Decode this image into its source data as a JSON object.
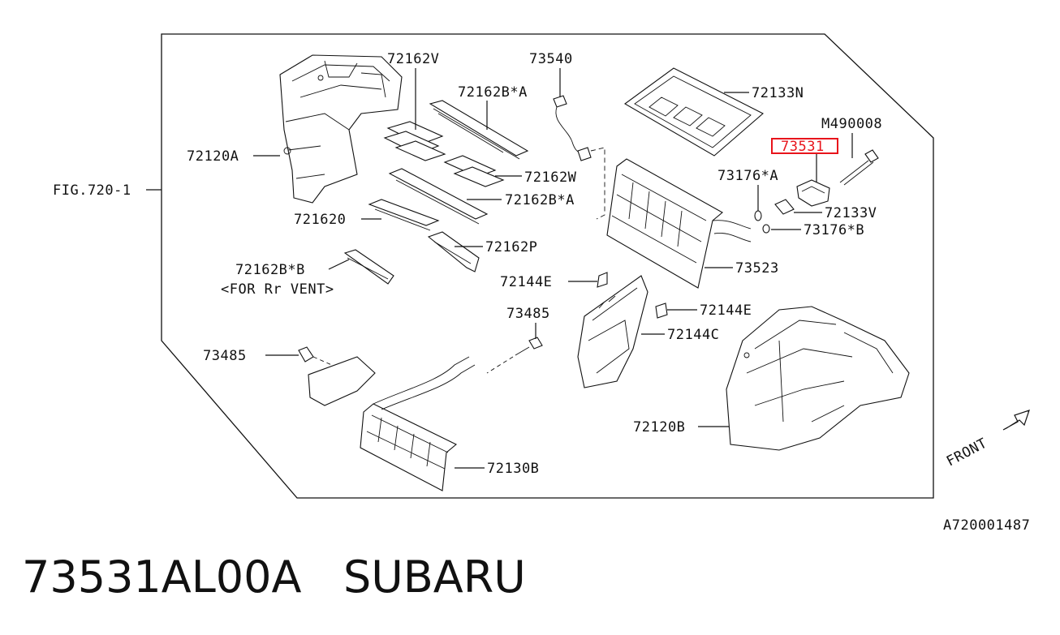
{
  "diagram": {
    "fig_ref": "FIG.720-1",
    "highlighted_part": "73531",
    "callouts": {
      "p72162V": "72162V",
      "p73540": "73540",
      "p72162BA_top": "72162B*A",
      "p72133N": "72133N",
      "pM490008": "M490008",
      "p72120A": "72120A",
      "p72162W": "72162W",
      "p73176A": "73176*A",
      "p72162BA_mid": "72162B*A",
      "p72133V": "72133V",
      "p721620": "721620",
      "p73176B": "73176*B",
      "p72162P": "72162P",
      "p73523": "73523",
      "p72162BB": "72162B*B",
      "p_for_rr_vent": "<FOR Rr VENT>",
      "p72144E_left": "72144E",
      "p72144E_right": "72144E",
      "p73485_center": "73485",
      "p72144C": "72144C",
      "p73485_left": "73485",
      "p72120B": "72120B",
      "p72130B": "72130B"
    },
    "front_label": "FRONT",
    "diagram_code": "A720001487"
  },
  "footer": {
    "part_number_and_brand": "73531AL00A   SUBARU"
  }
}
